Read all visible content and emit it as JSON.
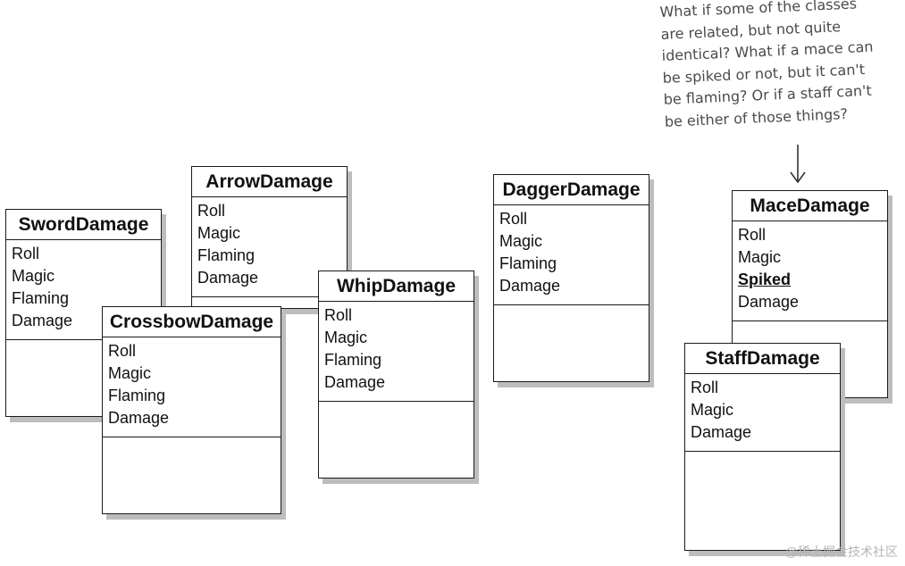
{
  "annotation": {
    "text": "What if some of the classes\nare related, but not quite\nidentical? What if a mace can\nbe spiked or not, but it can't\nbe flaming? Or if a staff can't\nbe either of those things?"
  },
  "watermark": "@稀土掘金技术社区",
  "classes": {
    "arrow": {
      "name": "ArrowDamage",
      "fields": [
        "Roll",
        "Magic",
        "Flaming",
        "Damage"
      ]
    },
    "sword": {
      "name": "SwordDamage",
      "fields": [
        "Roll",
        "Magic",
        "Flaming",
        "Damage"
      ]
    },
    "crossbow": {
      "name": "CrossbowDamage",
      "fields": [
        "Roll",
        "Magic",
        "Flaming",
        "Damage"
      ]
    },
    "whip": {
      "name": "WhipDamage",
      "fields": [
        "Roll",
        "Magic",
        "Flaming",
        "Damage"
      ]
    },
    "dagger": {
      "name": "DaggerDamage",
      "fields": [
        "Roll",
        "Magic",
        "Flaming",
        "Damage"
      ]
    },
    "mace": {
      "name": "MaceDamage",
      "fields": [
        "Roll",
        "Magic",
        "Spiked",
        "Damage"
      ]
    },
    "staff": {
      "name": "StaffDamage",
      "fields": [
        "Roll",
        "Magic",
        "Damage"
      ]
    }
  }
}
